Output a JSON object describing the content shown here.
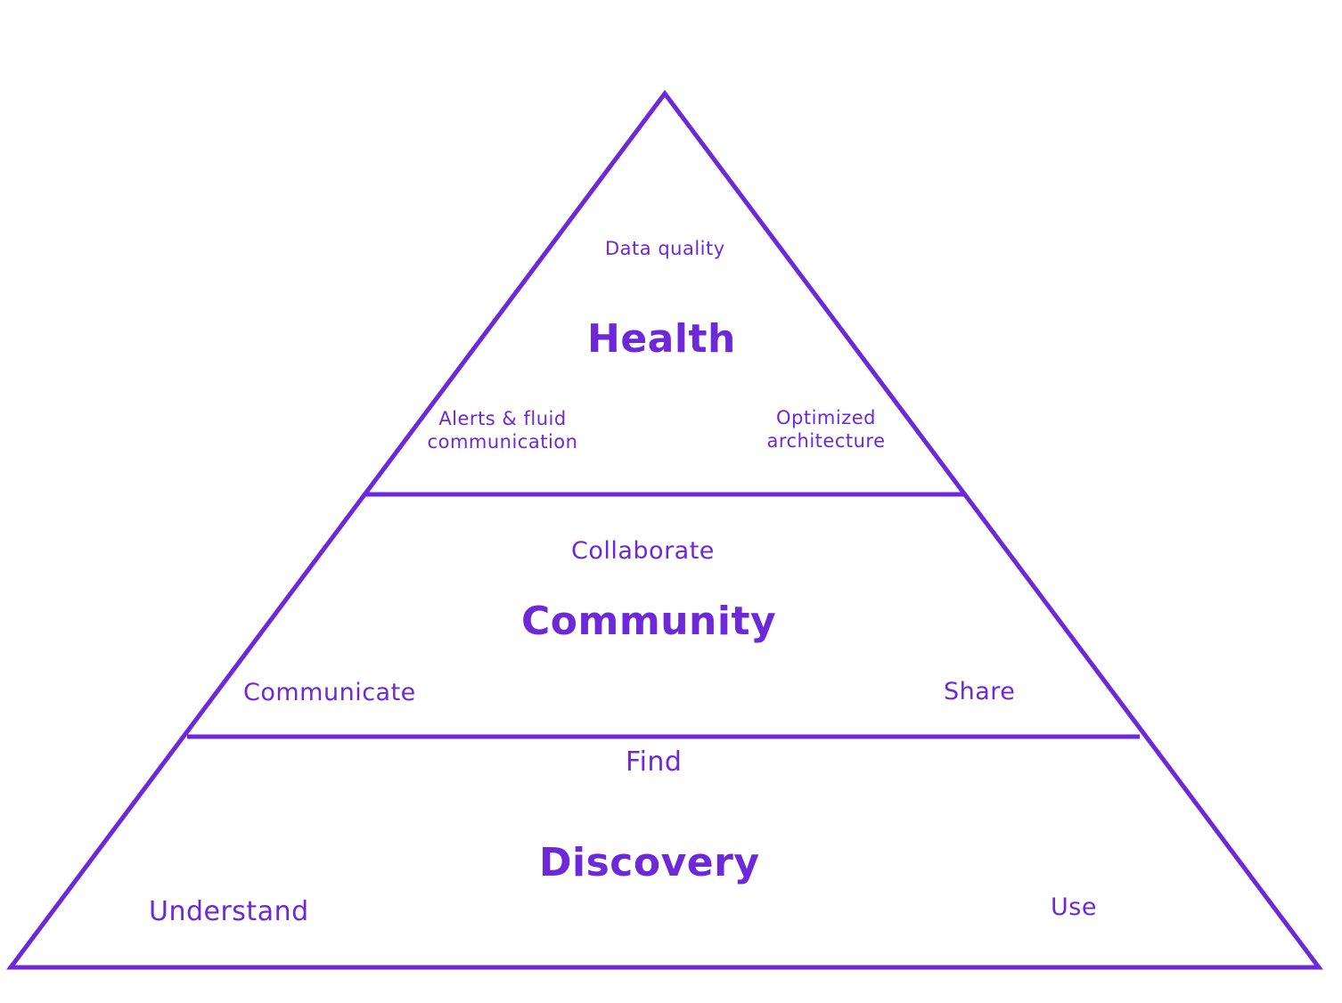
{
  "colors": {
    "accent": "#6d28d9",
    "background": "#ffffff"
  },
  "health": {
    "title": "Health",
    "top": "Data quality",
    "left": "Alerts & fluid\ncommunication",
    "right": "Optimized\narchitecture"
  },
  "community": {
    "title": "Community",
    "top": "Collaborate",
    "left": "Communicate",
    "right": "Share"
  },
  "discovery": {
    "title": "Discovery",
    "top": "Find",
    "left": "Understand",
    "right": "Use"
  }
}
